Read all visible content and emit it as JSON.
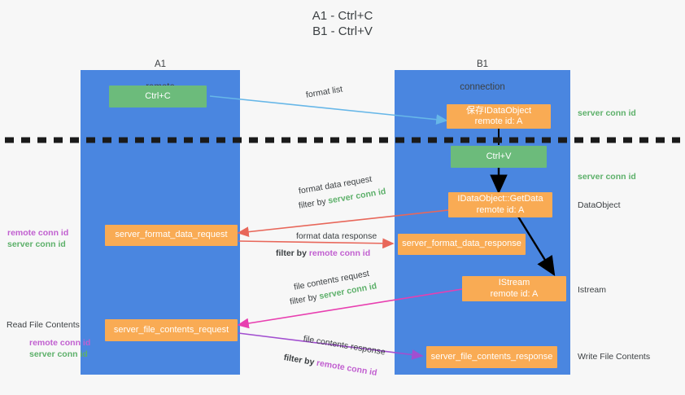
{
  "title": "A1 - Ctrl+C\nB1 - Ctrl+V",
  "colors": {
    "lane": "#4a86e0",
    "green_node": "#6cbb7b",
    "orange_node": "#f9ab54",
    "server_conn_id": "#5db06a",
    "remote_conn_id": "#c15fd0",
    "arrow_blue": "#67b7e8",
    "arrow_red": "#e8675a",
    "arrow_magenta": "#e83fb0",
    "arrow_purple": "#a24fd0",
    "arrow_black": "#000000",
    "divider": "#1a1a1a",
    "background": "#f7f7f7"
  },
  "lanes": [
    {
      "id": "a1",
      "title": "A1",
      "subtitle": "remote"
    },
    {
      "id": "b1",
      "title": "B1",
      "subtitle": "connection"
    }
  ],
  "nodes": [
    {
      "id": "ctrl-c",
      "label": "Ctrl+C",
      "kind": "green",
      "lane": "a1"
    },
    {
      "id": "save-idataobject",
      "label": "保存IDataObject\nremote id: A",
      "kind": "orange",
      "lane": "b1"
    },
    {
      "id": "ctrl-v",
      "label": "Ctrl+V",
      "kind": "green",
      "lane": "b1"
    },
    {
      "id": "getdata",
      "label": "IDataObject::GetData\nremote id: A",
      "kind": "orange",
      "lane": "b1"
    },
    {
      "id": "server-format-data-request",
      "label": "server_format_data_request",
      "kind": "orange",
      "lane": "a1"
    },
    {
      "id": "server-format-data-response",
      "label": "server_format_data_response",
      "kind": "orange",
      "lane": "b1"
    },
    {
      "id": "istream",
      "label": "IStream\nremote id: A",
      "kind": "orange",
      "lane": "b1"
    },
    {
      "id": "server-file-contents-request",
      "label": "server_file_contents_request",
      "kind": "orange",
      "lane": "a1"
    },
    {
      "id": "server-file-contents-response",
      "label": "server_file_contents_response",
      "kind": "orange",
      "lane": "b1"
    }
  ],
  "edge_labels": {
    "format_list": "format list",
    "format_data_request": "format data request",
    "format_data_response": "format data response",
    "file_contents_request": "file contents request",
    "file_contents_response": "file contents response",
    "filter_by": "filter by ",
    "server_conn_id": "server conn id",
    "remote_conn_id": "remote conn id"
  },
  "right_labels": {
    "server_conn_id_top": "server conn id",
    "server_conn_id_mid": "server conn id",
    "dataobject": "DataObject",
    "istream": "Istream",
    "write_file_contents": "Write File Contents"
  },
  "left_labels": {
    "remote_conn_id_a": "remote conn id",
    "server_conn_id_a": "server conn id",
    "read_file_contents": "Read File Contents",
    "remote_conn_id_b": "remote conn id",
    "server_conn_id_b": "server conn id"
  }
}
